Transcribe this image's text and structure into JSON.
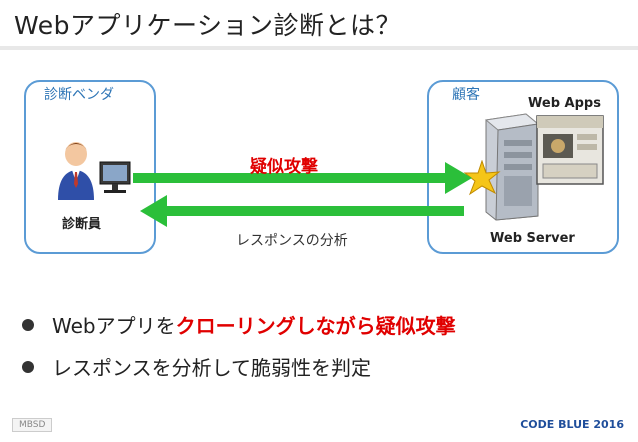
{
  "slide": {
    "title": "Webアプリケーション診断とは？"
  },
  "left_panel": {
    "label": "診断ベンダ",
    "person_caption": "診断員"
  },
  "right_panel": {
    "label": "顧客",
    "apps_caption": "Web Apps",
    "server_caption": "Web Server"
  },
  "arrows": {
    "attack_label": "疑似攻撃",
    "response_label": "レスポンスの分析",
    "arrow_color": "#2bbf3a"
  },
  "bullets": [
    {
      "plain": "Webアプリを",
      "highlight": "クローリングしながら疑似攻撃"
    },
    {
      "plain": "レスポンスを分析して脆弱性を判定",
      "highlight": ""
    }
  ],
  "footer": {
    "left": "MBSD",
    "right": "CODE BLUE 2016"
  },
  "icons": [
    "person-at-computer-icon",
    "server-tower-icon",
    "app-window-icon",
    "starburst-icon"
  ]
}
